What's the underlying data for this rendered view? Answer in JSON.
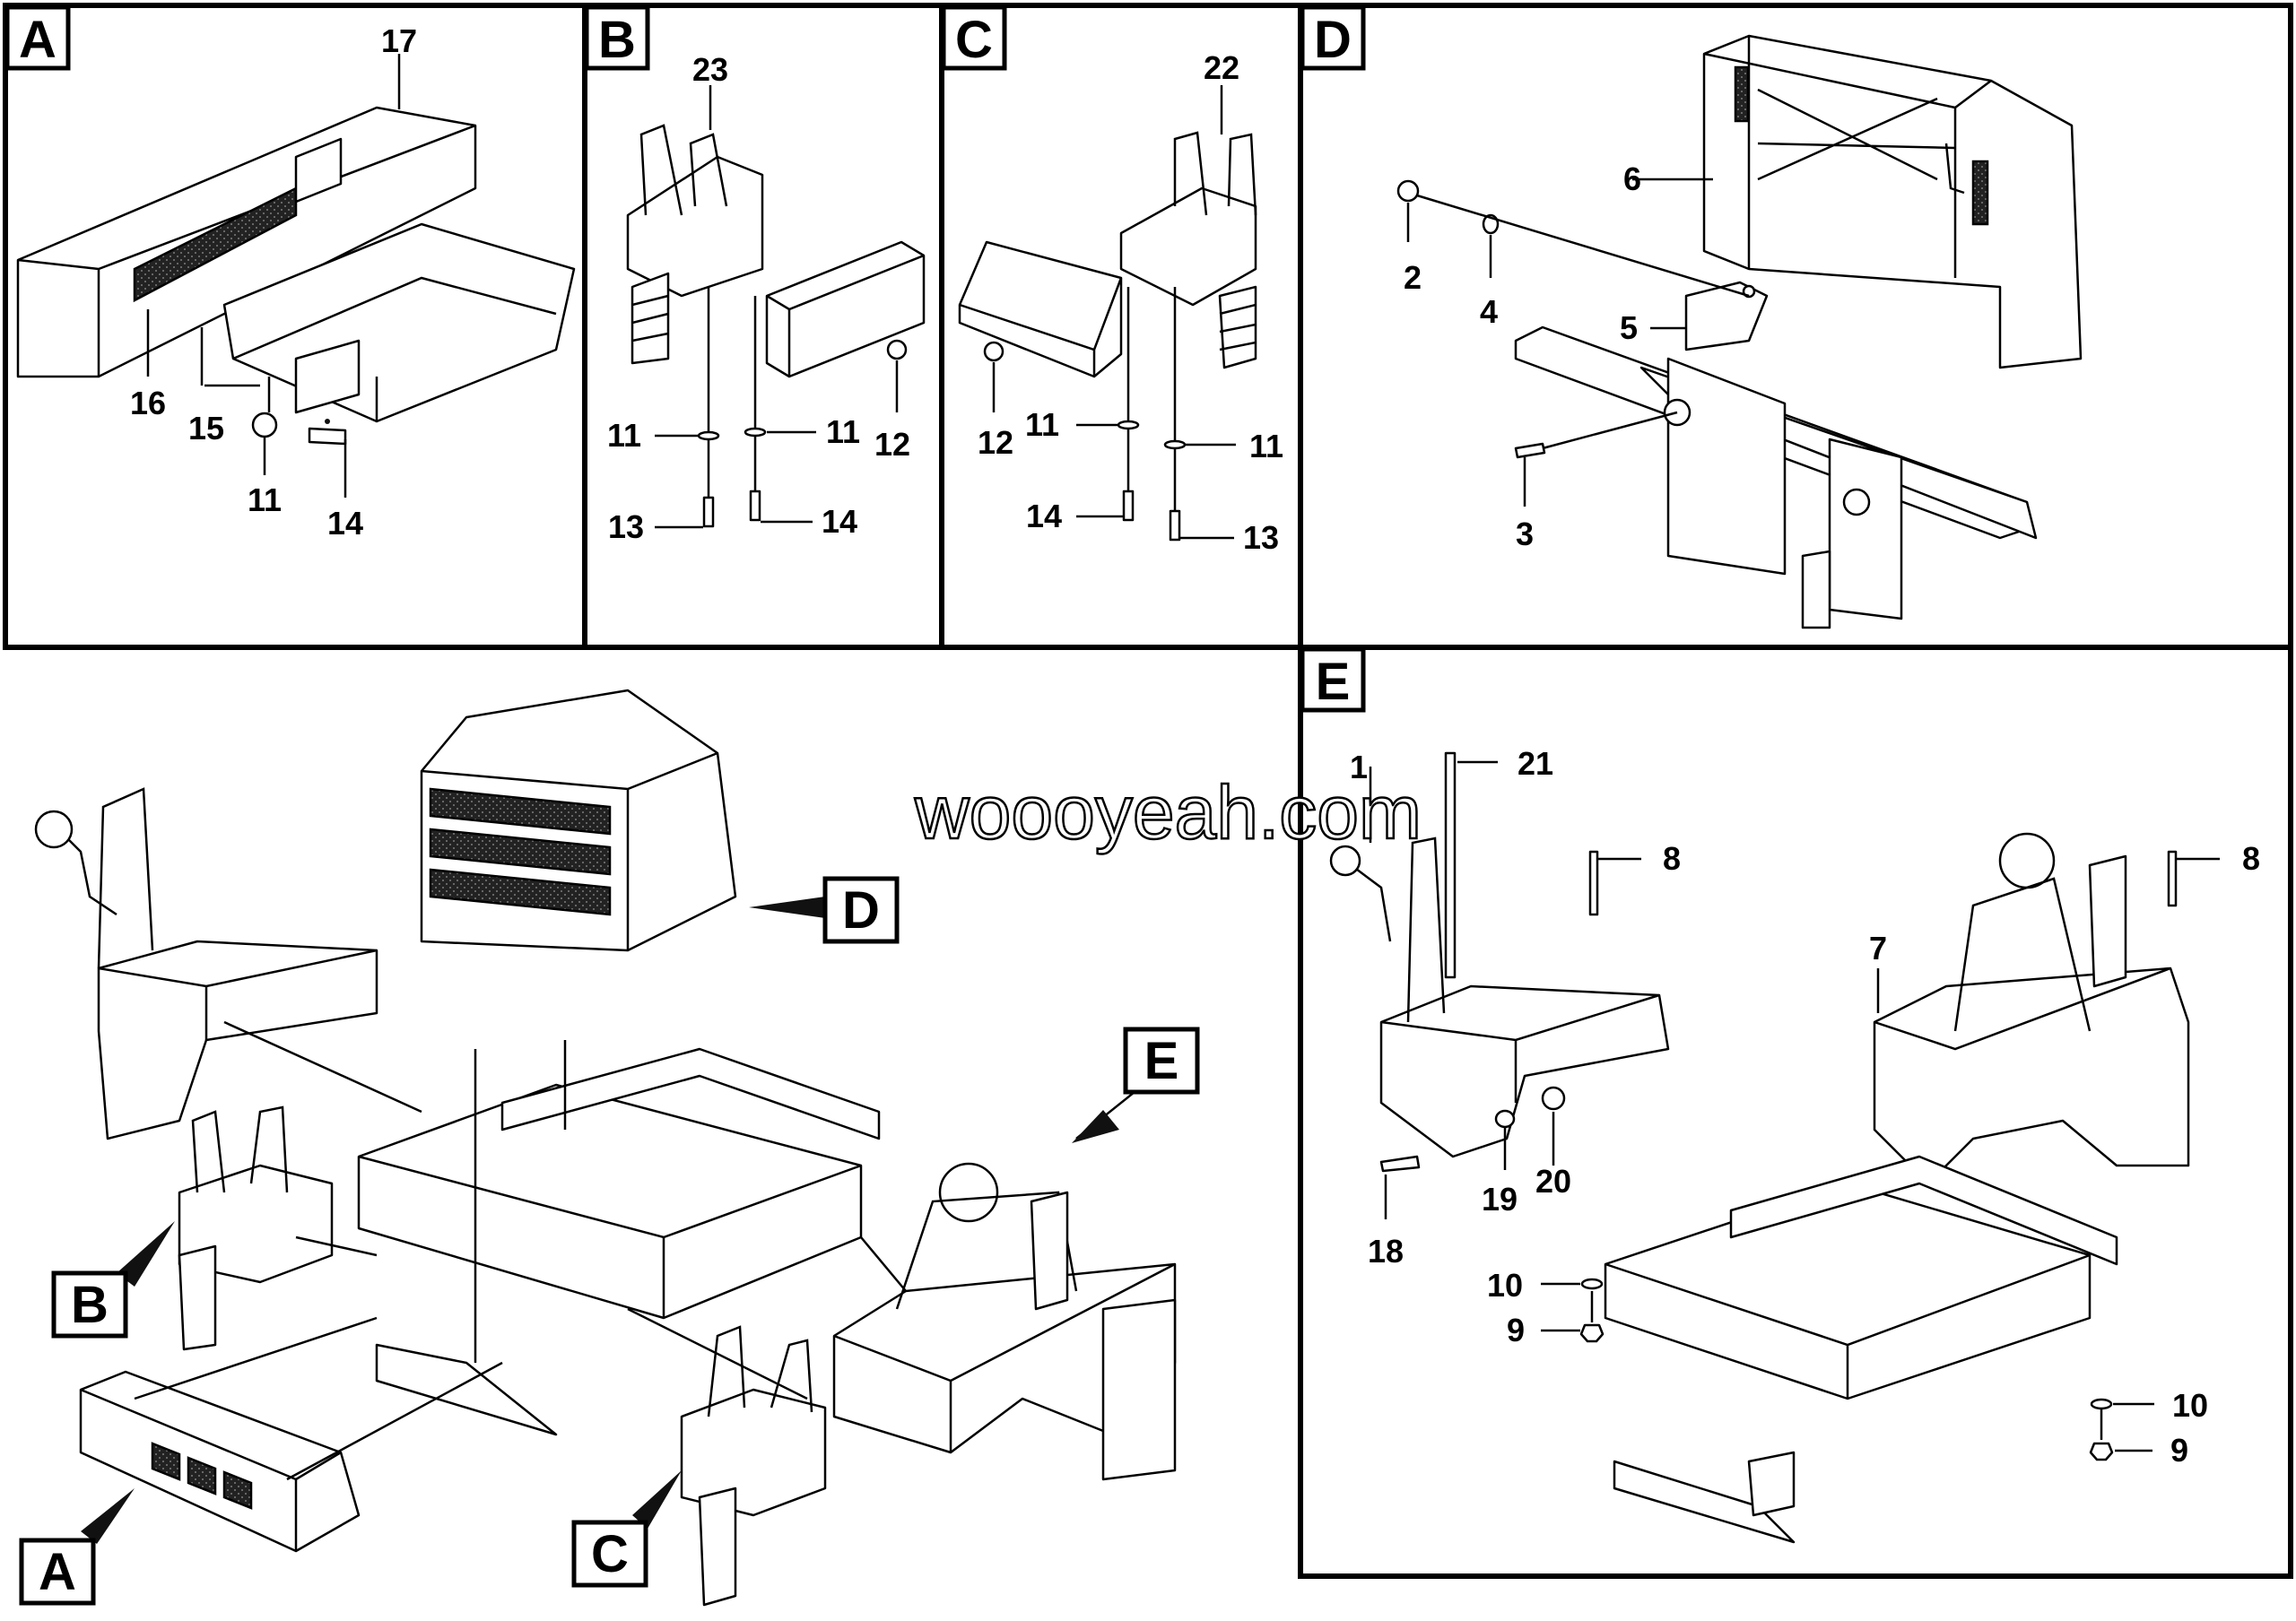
{
  "panels": [
    {
      "id": "A",
      "letter": "A",
      "callouts": [
        "17",
        "16",
        "15",
        "11",
        "14"
      ]
    },
    {
      "id": "B",
      "letter": "B",
      "callouts": [
        "23",
        "11",
        "11",
        "12",
        "13",
        "14"
      ]
    },
    {
      "id": "C",
      "letter": "C",
      "callouts": [
        "22",
        "12",
        "11",
        "11",
        "14",
        "13"
      ]
    },
    {
      "id": "D",
      "letter": "D",
      "callouts": [
        "6",
        "2",
        "4",
        "5",
        "3"
      ]
    },
    {
      "id": "E",
      "letter": "E",
      "callouts": [
        "1",
        "21",
        "8",
        "8",
        "7",
        "19",
        "20",
        "18",
        "10",
        "9",
        "10",
        "9"
      ]
    }
  ],
  "overview": {
    "pointers": [
      "A",
      "B",
      "C",
      "D",
      "E"
    ]
  },
  "watermark": "woooyeah.com",
  "colors": {
    "ink": "#000000",
    "paper": "#ffffff"
  }
}
